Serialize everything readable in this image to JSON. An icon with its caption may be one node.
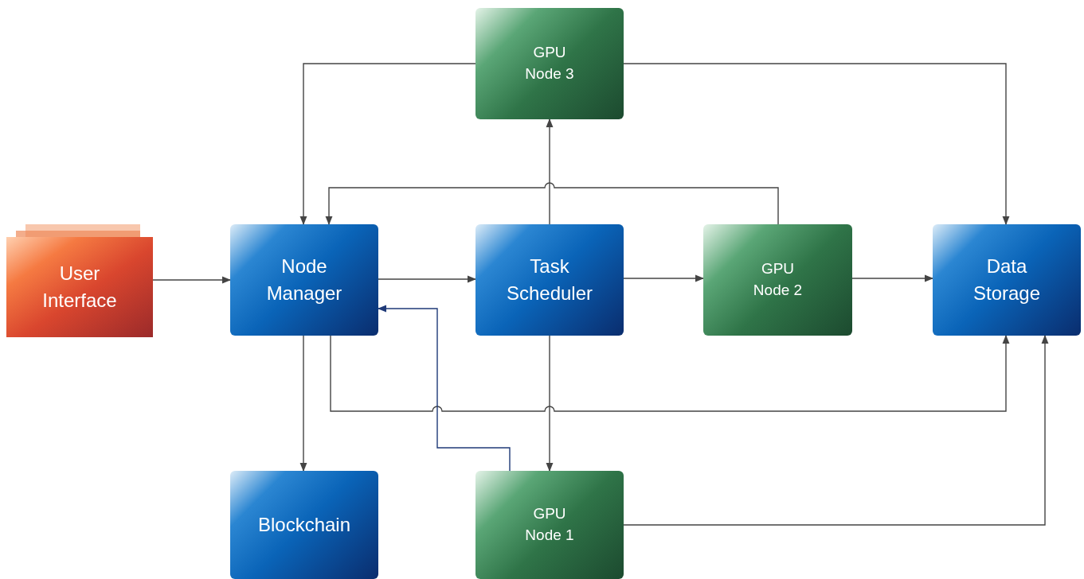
{
  "diagram": {
    "nodes": [
      {
        "text": [
          "User Interface"
        ]
      },
      {
        "text": [
          "Node Manager"
        ]
      },
      {
        "text": [
          "Task Scheduler"
        ]
      },
      {
        "text": [
          "GPU Node 2"
        ]
      },
      {
        "text": [
          "Data Storage"
        ]
      },
      {
        "text": [
          "GPU Node 3"
        ]
      },
      {
        "text": [
          "Blockchain"
        ]
      },
      {
        "text": [
          "GPU Node 1"
        ]
      }
    ],
    "edges": [
      {
        "from": 0,
        "to": 1,
        "arrow": "to"
      },
      {
        "from": 1,
        "to": 2,
        "arrow": "to"
      },
      {
        "from": 2,
        "to": 3,
        "arrow": "to"
      },
      {
        "from": 3,
        "to": 4,
        "arrow": "to"
      },
      {
        "from": 2,
        "to": 5,
        "arrow": "to"
      },
      {
        "from": 5,
        "to": 1,
        "arrow": "to"
      },
      {
        "from": 5,
        "to": 4,
        "arrow": "to"
      },
      {
        "from": 3,
        "to": 1,
        "arrow": "to"
      },
      {
        "from": 1,
        "to": 6,
        "arrow": "to"
      },
      {
        "from": 2,
        "to": 7,
        "arrow": "to"
      },
      {
        "from": 1,
        "to": 4,
        "arrow": "to"
      },
      {
        "from": 7,
        "to": 1,
        "arrow": "to",
        "color": "#1f3a78"
      },
      {
        "from": 7,
        "to": 4,
        "arrow": "to"
      }
    ]
  }
}
